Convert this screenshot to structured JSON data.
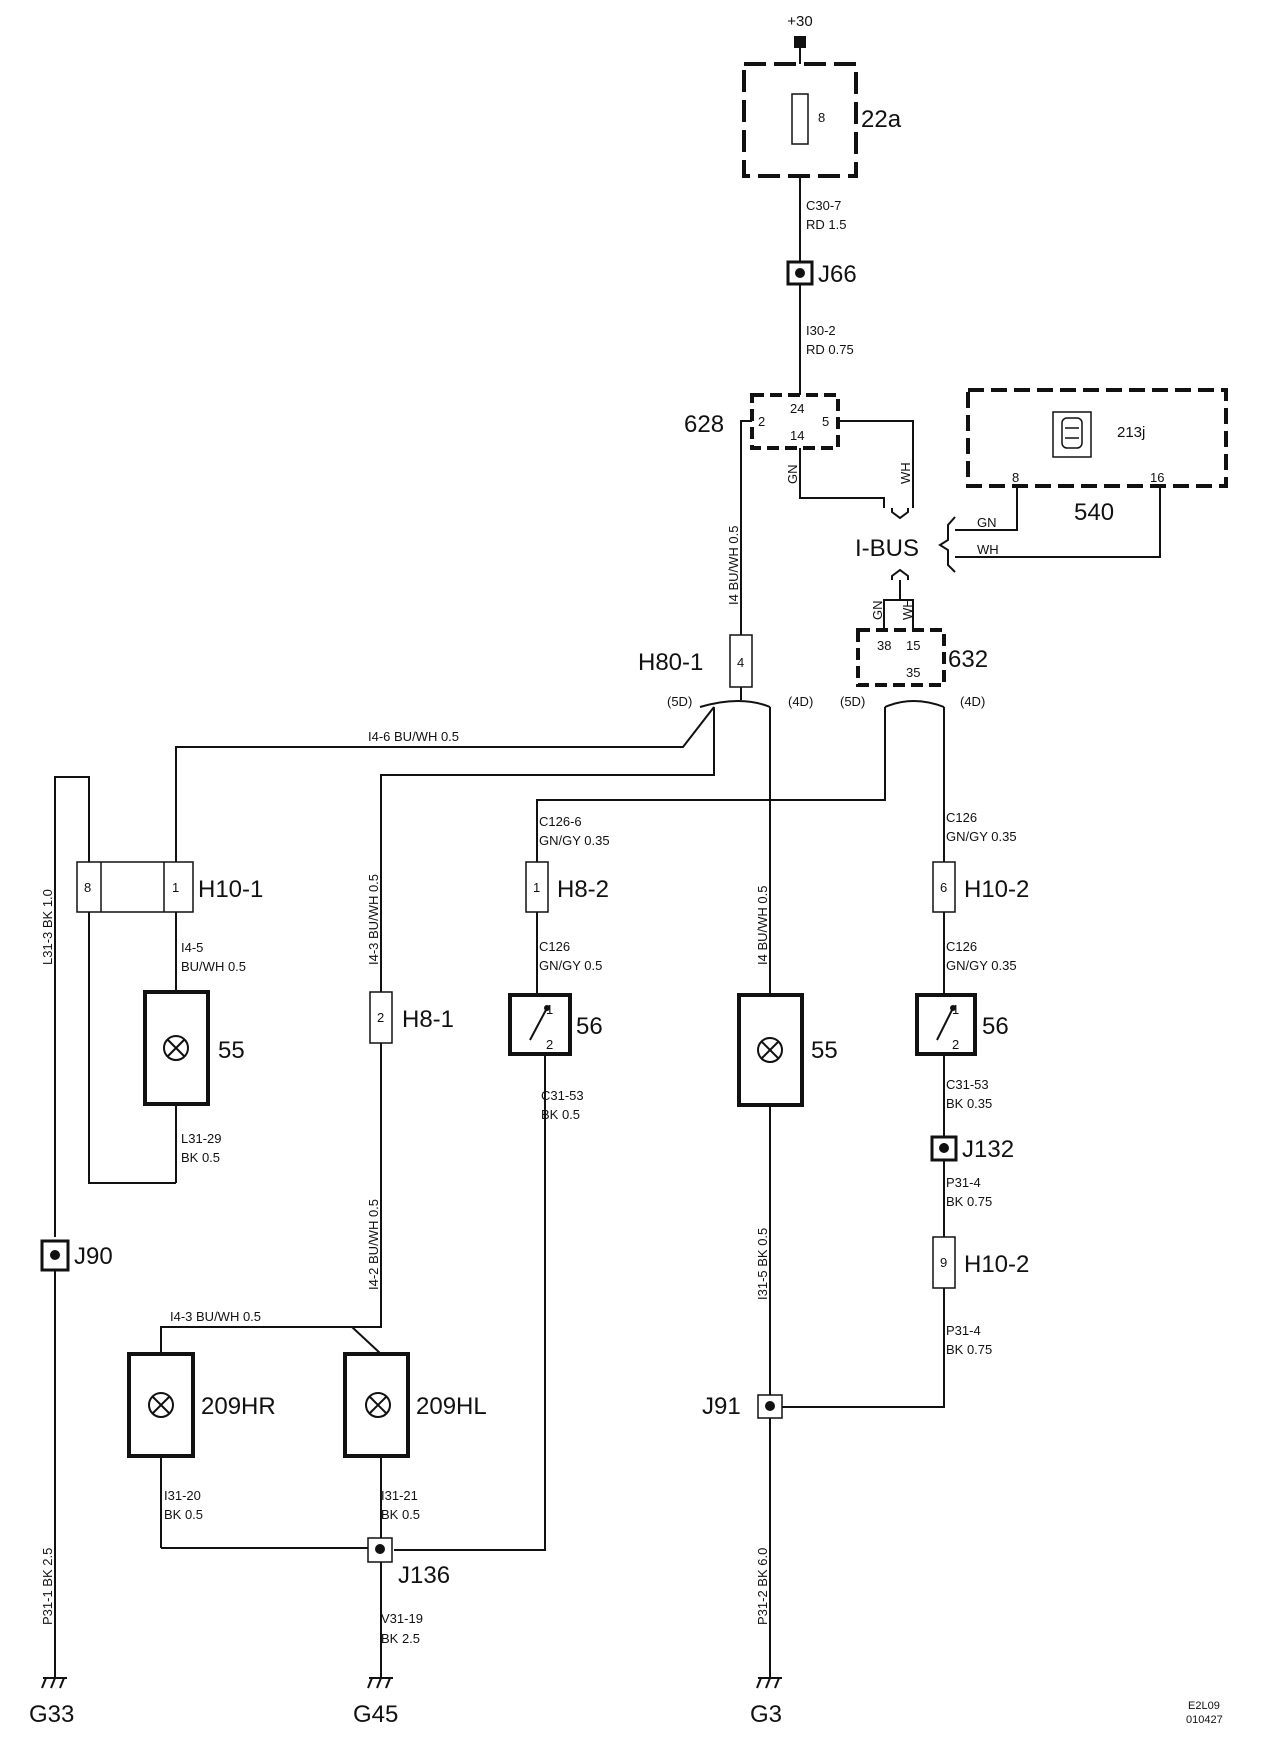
{
  "supply": "+30",
  "fuse": {
    "label": "22a",
    "number": "8"
  },
  "wires": {
    "w_fuse_j66": [
      "C30-7",
      "RD 1.5"
    ],
    "w_j66_628": [
      "I30-2",
      "RD 0.75"
    ],
    "w_628_h80": "I4  BU/WH  0.5",
    "w_h80_h101": "I4-6  BU/WH  0.5",
    "w_628_gn": "GN",
    "w_628_wh": "WH",
    "w_540_gn": "GN",
    "w_540_wh": "WH",
    "w_632_gn": "GN",
    "w_632_wh": "WH",
    "w_l31_3": "L31-3  BK  1.0",
    "w_h101_55": [
      "I4-5",
      "BU/WH 0.5"
    ],
    "w_55_ret": [
      "L31-29",
      "BK 0.5"
    ],
    "w_i43": "I4-3  BU/WH  0.5",
    "w_i42": "I4-2  BU/WH  0.5",
    "w_c1266": [
      "C126-6",
      "GN/GY 0.35"
    ],
    "w_h82_56": [
      "C126",
      "GN/GY 0.5"
    ],
    "w_56_j136": [
      "C31-53",
      "BK  0.5"
    ],
    "w_i4_mid": "I4  BU/WH  0.5",
    "w_i31_5": "I31-5  BK  0.5",
    "w_c126_r": [
      "C126",
      "GN/GY  0.35"
    ],
    "w_h102_56": [
      "C126",
      "GN/GY  0.35"
    ],
    "w_56_j132": [
      "C31-53",
      "BK  0.35"
    ],
    "w_j132_h102": [
      "P31-4",
      "BK  0.75"
    ],
    "w_h102_j91": [
      "P31-4",
      "BK  0.75"
    ],
    "w_i43_lamps": "I4-3  BU/WH  0.5",
    "w_hr": [
      "I31-20",
      "BK 0.5"
    ],
    "w_hl": [
      "I31-21",
      "BK 0.5"
    ],
    "w_v31": [
      "V31-19",
      "BK  2.5"
    ],
    "w_p31_1": "P31-1  BK  2.5",
    "w_p31_2": "P31-2  BK  6.0"
  },
  "components": {
    "j66": "J66",
    "c628": {
      "label": "628",
      "pin24": "24",
      "pin14": "14",
      "pin2": "2",
      "pin5": "5"
    },
    "c213j": "213j",
    "c540": {
      "label": "540",
      "pin8": "8",
      "pin16": "16"
    },
    "ibus": "I-BUS",
    "h80_1": {
      "label": "H80-1",
      "pin": "4"
    },
    "c632": {
      "label": "632",
      "pin38": "38",
      "pin15": "15",
      "pin35": "35"
    },
    "variants": {
      "a": "(5D)",
      "b": "(4D)",
      "c": "(5D)",
      "d": "(4D)"
    },
    "h10_1": {
      "label": "H10-1",
      "pin8": "8",
      "pin1": "1"
    },
    "h8_2": {
      "label": "H8-2",
      "pin": "1"
    },
    "h10_2a": {
      "label": "H10-2",
      "pin": "6"
    },
    "lamp55_left": "55",
    "h8_1": {
      "label": "H8-1",
      "pin": "2"
    },
    "sw56_left": {
      "label": "56",
      "pin1": "1",
      "pin2": "2"
    },
    "lamp55_mid": "55",
    "sw56_right": {
      "label": "56",
      "pin1": "1",
      "pin2": "2"
    },
    "j132": "J132",
    "h10_2b": {
      "label": "H10-2",
      "pin": "9"
    },
    "j90": "J90",
    "lamp209hr": "209HR",
    "lamp209hl": "209HL",
    "j91": "J91",
    "j136": "J136"
  },
  "grounds": {
    "g33": "G33",
    "g45": "G45",
    "g3": "G3"
  },
  "footer": {
    "code": "E2L09",
    "date": "010427"
  }
}
